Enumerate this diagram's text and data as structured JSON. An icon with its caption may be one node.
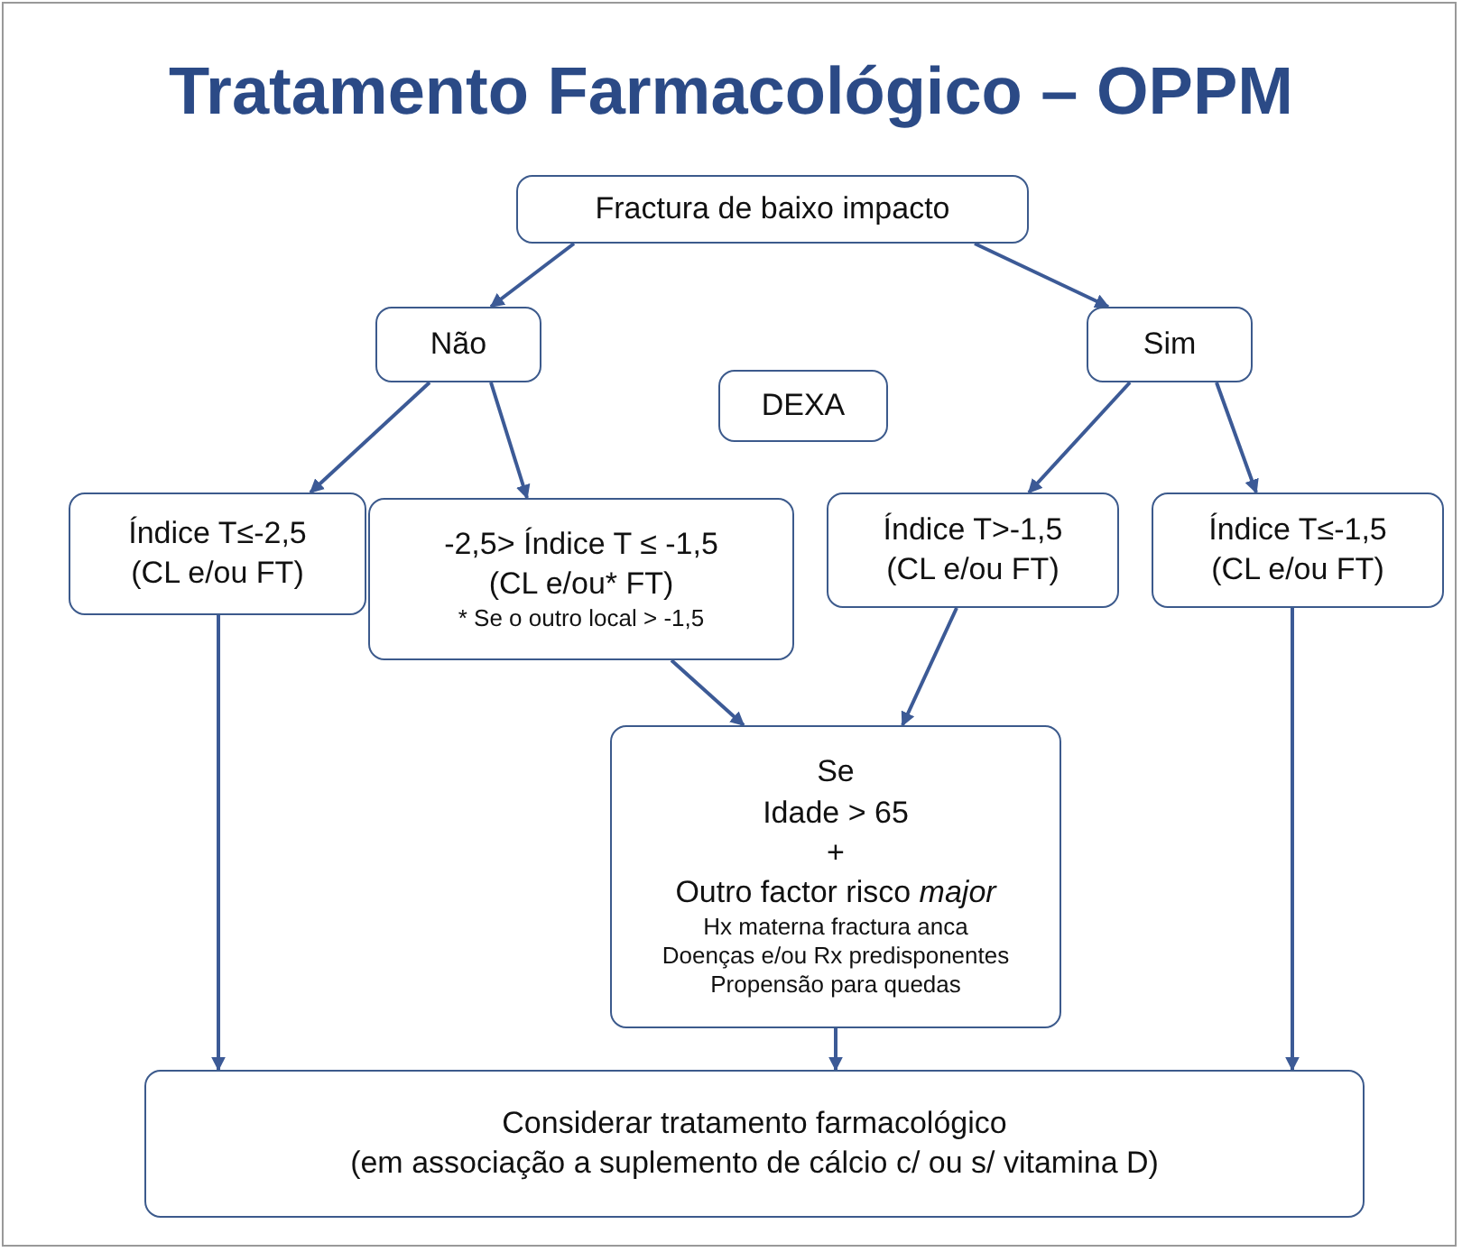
{
  "diagram": {
    "title": "Tratamento Farmacológico – OPPM",
    "nodes": [
      {
        "text": [
          "Fractura de baixo impacto"
        ]
      },
      {
        "text": [
          "Não"
        ]
      },
      {
        "text": [
          "Sim"
        ]
      },
      {
        "text": [
          "DEXA"
        ]
      },
      {
        "text": [
          "Índice T≤-2,5",
          "(CL e/ou FT)"
        ]
      },
      {
        "text": [
          "-2,5> Índice T ≤ -1,5",
          "(CL e/ou* FT)",
          "* Se o outro local > -1,5"
        ]
      },
      {
        "text": [
          "Índice T>-1,5",
          "(CL e/ou FT)"
        ]
      },
      {
        "text": [
          "Índice T≤-1,5",
          "(CL e/ou FT)"
        ]
      },
      {
        "text": [
          "Se",
          "Idade > 65",
          "+",
          "Outro factor risco *major*",
          "Hx materna fractura anca",
          "Doenças e/ou Rx predisponentes",
          "Propensão para quedas"
        ]
      },
      {
        "text": [
          "Considerar tratamento farmacológico",
          "(em associação a suplemento de cálcio c/ ou s/ vitamina D)"
        ]
      }
    ],
    "edges": [
      {
        "from": 0,
        "to": 1,
        "arrow": "to"
      },
      {
        "from": 0,
        "to": 2,
        "arrow": "to"
      },
      {
        "from": 1,
        "to": 4,
        "arrow": "to"
      },
      {
        "from": 1,
        "to": 5,
        "arrow": "to"
      },
      {
        "from": 2,
        "to": 6,
        "arrow": "to"
      },
      {
        "from": 2,
        "to": 7,
        "arrow": "to"
      },
      {
        "from": 5,
        "to": 8,
        "arrow": "to"
      },
      {
        "from": 6,
        "to": 8,
        "arrow": "to"
      },
      {
        "from": 4,
        "to": 9,
        "arrow": "to"
      },
      {
        "from": 8,
        "to": 9,
        "arrow": "to"
      },
      {
        "from": 7,
        "to": 9,
        "arrow": "to"
      }
    ]
  }
}
